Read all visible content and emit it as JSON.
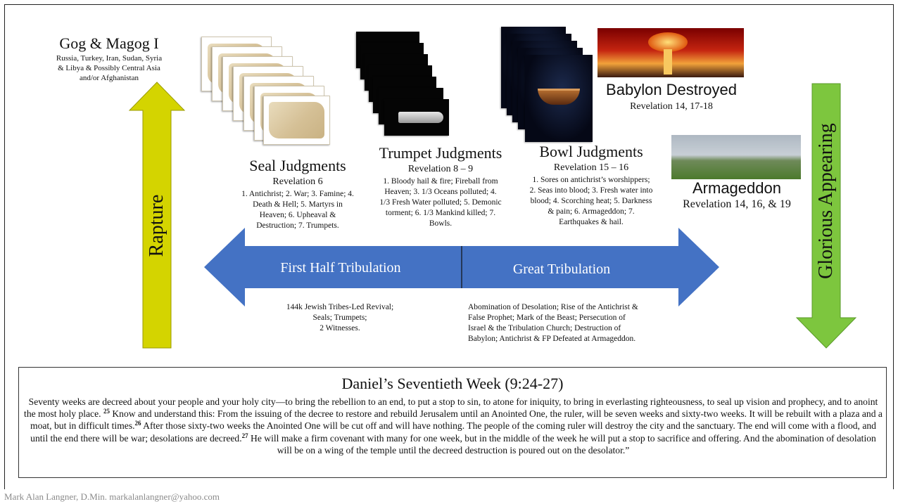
{
  "gog": {
    "title": "Gog & Magog I",
    "line1": "Russia, Turkey, Iran, Sudan, Syria",
    "line2": "& Libya & Possibly Central Asia",
    "line3": "and/or Afghanistan"
  },
  "rapture": {
    "label": "Rapture",
    "color": "#d4d400"
  },
  "glorious": {
    "label": "Glorious Appearing",
    "color": "#7dc63e"
  },
  "seal": {
    "title": "Seal Judgments",
    "ref": "Revelation 6",
    "lines": [
      "1. Antichrist; 2. War; 3. Famine; 4.",
      "Death & Hell; 5. Martyrs in",
      "Heaven; 6. Upheaval &",
      "Destruction; 7. Trumpets."
    ]
  },
  "trumpet": {
    "title": "Trumpet Judgments",
    "ref": "Revelation 8 – 9",
    "lines": [
      "1. Bloody hail & fire; Fireball from",
      "Heaven; 3. 1/3 Oceans polluted; 4.",
      "1/3 Fresh Water polluted; 5. Demonic",
      "torment; 6. 1/3 Mankind killed; 7.",
      "Bowls."
    ]
  },
  "bowl": {
    "title": "Bowl Judgments",
    "ref": "Revelation 15 – 16",
    "lines": [
      "1. Sores on antichrist’s worshippers;",
      "2. Seas into blood; 3. Fresh water into",
      "blood; 4. Scorching heat; 5. Darkness",
      "& pain; 6. Armageddon; 7.",
      "Earthquakes & hail."
    ]
  },
  "babylon": {
    "title": "Babylon Destroyed",
    "ref": "Revelation 14, 17-18"
  },
  "armageddon": {
    "title": "Armageddon",
    "ref": "Revelation 14, 16, & 19"
  },
  "arrow": {
    "left_label": "First Half Tribulation",
    "right_label": "Great Tribulation",
    "color": "#4472c4"
  },
  "first_half_notes": [
    "144k Jewish Tribes-Led Revival;",
    "Seals; Trumpets;",
    "2 Witnesses."
  ],
  "great_trib_notes": [
    "Abomination of Desolation; Rise of the Antichrist &",
    "False Prophet; Mark of the Beast; Persecution of",
    "Israel & the Tribulation Church; Destruction of",
    "Babylon; Antichrist & FP Defeated at Armageddon."
  ],
  "daniel": {
    "title": "Daniel’s Seventieth Week (9:24-27)",
    "p1": "Seventy weeks are decreed about your people and your holy city—to bring the rebellion to an end, to put a stop to sin, to atone for iniquity, to bring in everlasting righteousness, to seal up vision and prophecy, and to anoint the most holy place.",
    "v25": "25",
    "p2": "Know and understand this: From the issuing of the decree to restore and rebuild Jerusalem until an Anointed One, the ruler, will be seven weeks and sixty-two weeks. It will be rebuilt with a plaza and a moat, but in difficult times.",
    "v26": "26",
    "p3": "After those sixty-two weeks the Anointed One will be cut off and will have nothing. The people of the coming ruler will destroy the city and the sanctuary. The end will come with a flood, and until the end there will be war; desolations are decreed.",
    "v27": "27",
    "p4": "He will make a firm covenant with many for one week, but in the middle of the week he will put a stop to sacrifice and offering. And the abomination of desolation will be on a wing of the temple until the decreed destruction is poured out on the desolator.”"
  },
  "footer": "Mark Alan Langner, D.Min. markalanlangner@yahoo.com"
}
